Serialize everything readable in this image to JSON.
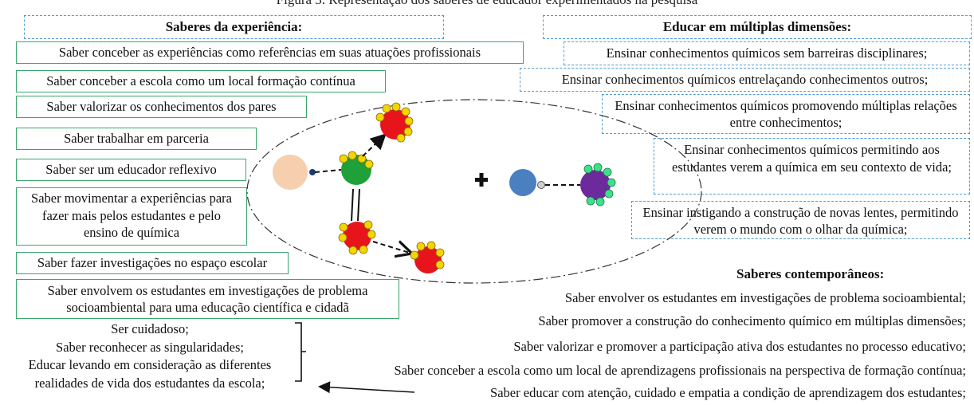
{
  "caption_partial": "Figura 3. Representação dos saberes de educador experimentados na pesquisa",
  "left_header": "Saberes da experiência:",
  "left_items": [
    "Saber conceber as experiências como referências em suas atuações profissionais",
    "Saber conceber a escola como um local formação contínua",
    "Saber valorizar os conhecimentos dos pares",
    "Saber trabalhar em parceria",
    "Saber ser um educador reflexivo",
    "Saber movimentar a experiências  para fazer mais pelos estudantes e pelo ensino de química",
    "Saber fazer investigações no espaço escolar",
    "Saber envolvem os estudantes em investigações de problema socioambiental para uma educação científica e cidadã"
  ],
  "left_bottom_lines": [
    "Ser cuidadoso;",
    "Saber reconhecer as singularidades;",
    "Educar levando em consideração as diferentes",
    "realidades de vida dos estudantes da escola;"
  ],
  "right_header": "Educar em múltiplas dimensões:",
  "right_items": [
    "Ensinar conhecimentos  químicos sem barreiras disciplinares;",
    "Ensinar conhecimentos químicos entrelaçando conhecimentos outros;",
    "Ensinar conhecimentos químicos promovendo múltiplas relações entre conhecimentos;",
    "Ensinar conhecimentos químicos permitindo aos estudantes verem a química em seu contexto de vida;",
    "Ensinar instigando a construção de novas lentes, permitindo verem o mundo com o olhar da química;"
  ],
  "contemporary_header": "Saberes contemporâneos:",
  "contemporary_items": [
    "Saber envolver os estudantes em investigações de problema socioambiental;",
    "Saber promover a construção do conhecimento químico em múltiplas dimensões;",
    "Saber valorizar e promover a participação ativa dos estudantes no processo educativo;",
    "Saber conceber a escola como um local de aprendizagens profissionais na perspectiva de formação contínua;",
    "Saber educar com atenção, cuidado e empatia a condição de aprendizagem dos estudantes;"
  ],
  "colors": {
    "dashed_border": "#4f9dd8",
    "green_border": "#3aa66b",
    "atom_red": "#e8141c",
    "atom_green": "#1fa038",
    "atom_purple": "#6c2a9c",
    "atom_blue": "#4a7fc0",
    "atom_peach": "#f6cfae",
    "satellite_yellow": "#f3d500",
    "satellite_aqua": "#3ee08a"
  },
  "icons": [
    "plus-icon",
    "molecule-diagram",
    "bracket-arrow"
  ]
}
